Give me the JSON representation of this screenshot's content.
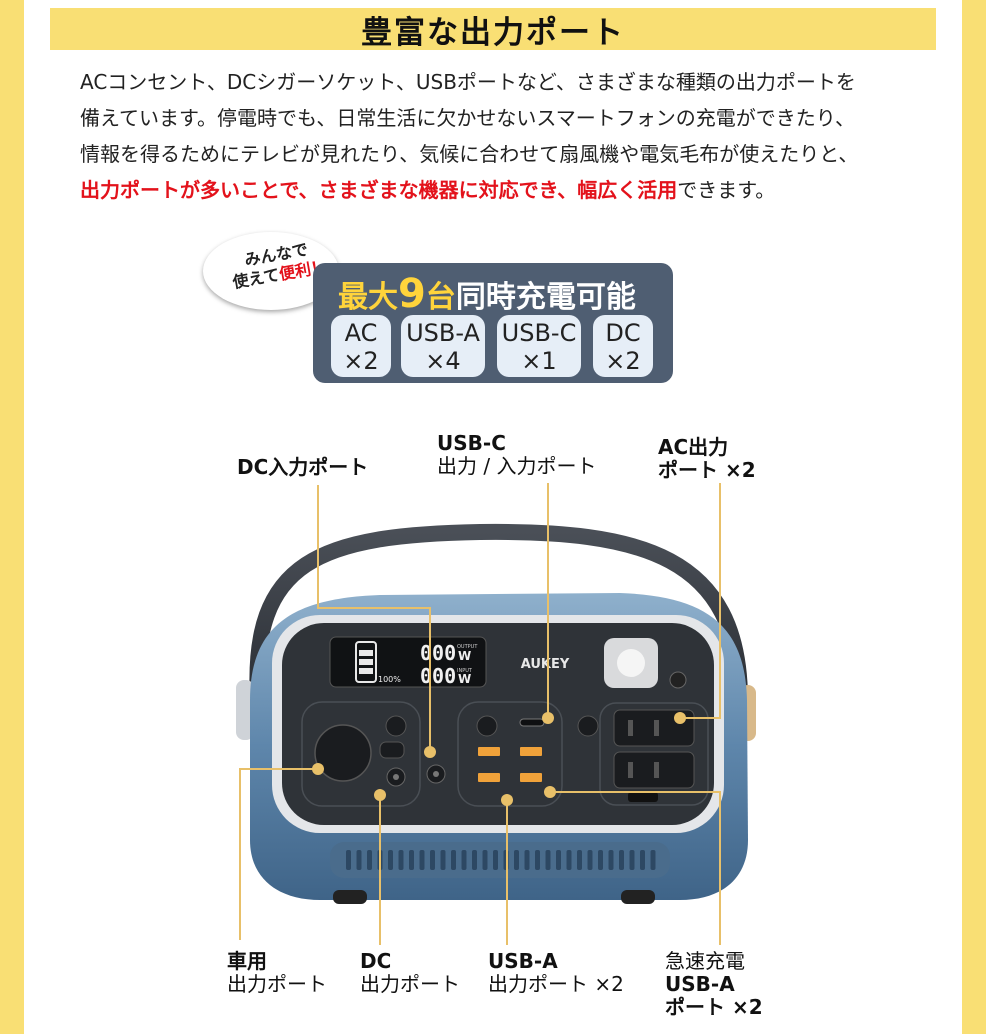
{
  "banner": {
    "title": "豊富な出力ポート"
  },
  "intro": {
    "line1": "ACコンセント、DCシガーソケット、USBポートなど、さまざまな種類の出力ポートを",
    "line2": "備えています。停電時でも、日常生活に欠かせないスマートフォンの充電ができたり、",
    "line3": "情報を得るためにテレビが見れたり、気候に合わせて扇風機や電気毛布が使えたりと、",
    "line4_highlight": "出力ポートが多いことで、さまざまな機器に対応でき、幅広く活用",
    "line4_rest": "できます。"
  },
  "bubble": {
    "line1": "みんなで",
    "line2a": "使えて",
    "line2b": "便利！"
  },
  "badge": {
    "prefix": "最大",
    "number": "9",
    "unit": "台",
    "suffix": "同時充電可能",
    "chips": [
      {
        "name": "AC",
        "count": "×2"
      },
      {
        "name": "USB-A",
        "count": "×4"
      },
      {
        "name": "USB-C",
        "count": "×1"
      },
      {
        "name": "DC",
        "count": "×2"
      }
    ]
  },
  "device": {
    "brand": "AUKEY",
    "display_top": "000",
    "display_bottom": "000",
    "display_unit": "W",
    "display_out": "OUTPUT",
    "display_in": "INPUT",
    "battery_pct": "100%"
  },
  "callouts": {
    "dc_input": {
      "line1": "DC入力ポート"
    },
    "usbc": {
      "line1": "USB-C",
      "line2": "出力 / 入力ポート"
    },
    "ac": {
      "line1": "AC出力",
      "line2": "ポート ×2"
    },
    "car": {
      "line1": "車用",
      "line2": "出力ポート"
    },
    "dc_out": {
      "line1": "DC",
      "line2": "出力ポート"
    },
    "usba": {
      "line1": "USB-A",
      "line2": "出力ポート ×2"
    },
    "quick": {
      "line1": "急速充電",
      "line2": "USB-A",
      "line3": "ポート ×2"
    }
  },
  "colors": {
    "banner": "#f9df74",
    "accent_red": "#e3121b",
    "badge_bg": "#4f5e72",
    "leader": "#e8c069",
    "device_body": "#5e86ab"
  }
}
